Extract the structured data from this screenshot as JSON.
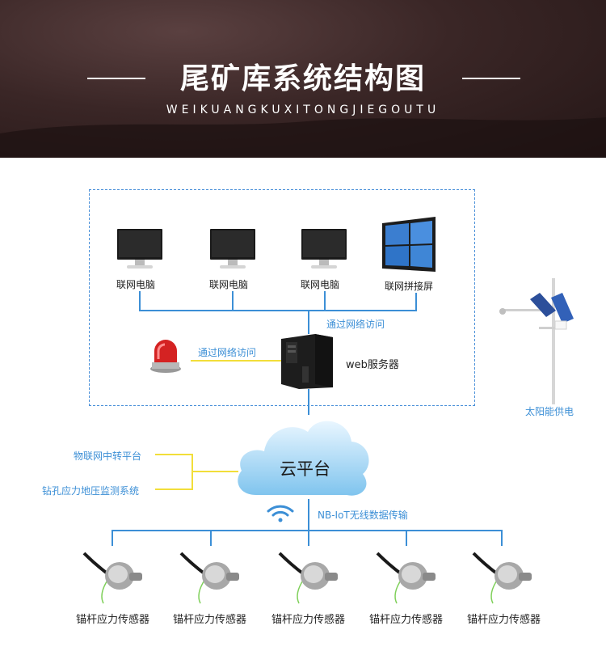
{
  "header": {
    "title": "尾矿库系统结构图",
    "subtitle": "WEIKUANGKUXITONGJIEGOUTU"
  },
  "devices": {
    "pc1": "联网电脑",
    "pc2": "联网电脑",
    "pc3": "联网电脑",
    "video_wall": "联网拼接屏",
    "server": "web服务器",
    "alarm_link": "通过网络访问",
    "server_link": "通过网络访问",
    "solar": "太阳能供电"
  },
  "cloud": {
    "label": "云平台",
    "left_items": [
      "物联网中转平台",
      "钻孔应力地压监测系统"
    ],
    "wireless": "NB-IoT无线数据传输"
  },
  "sensors": [
    "锚杆应力传感器",
    "锚杆应力传感器",
    "锚杆应力传感器",
    "锚杆应力传感器",
    "锚杆应力传感器"
  ],
  "colors": {
    "line_blue": "#3c8fd6",
    "line_yellow": "#f2de3a",
    "banner": "#2e1e1e"
  }
}
